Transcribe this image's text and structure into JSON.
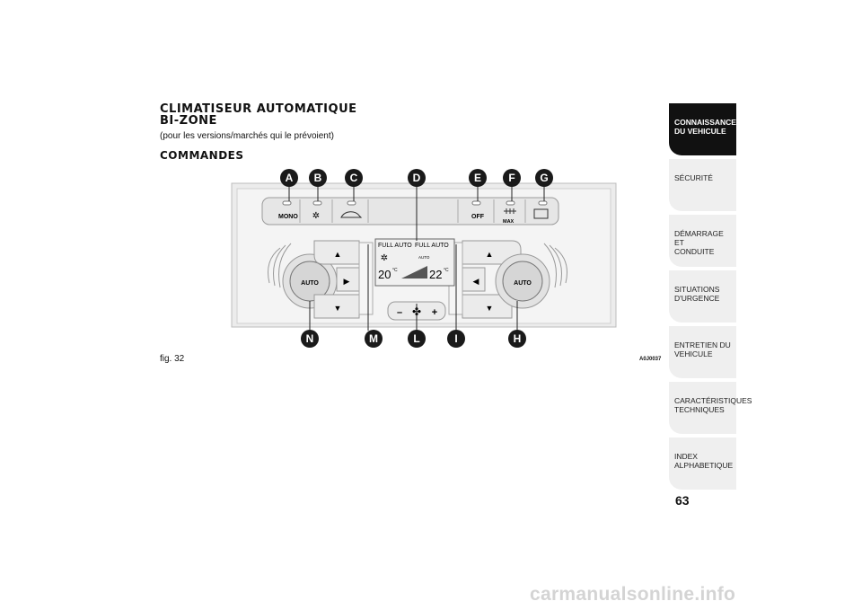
{
  "header": {
    "title_line1": "CLIMATISEUR AUTOMATIQUE",
    "title_line2": "BI-ZONE",
    "subtitle": "(pour les versions/marchés qui le prévoient)",
    "section": "COMMANDES"
  },
  "figure": {
    "label": "fig. 32",
    "code": "A0J0037",
    "callouts": [
      "A",
      "B",
      "C",
      "D",
      "E",
      "F",
      "G",
      "H",
      "I",
      "L",
      "M",
      "N"
    ],
    "buttons": {
      "mono": "MONO",
      "off": "OFF",
      "max": "MAX",
      "auto_left": "AUTO",
      "auto_right": "AUTO",
      "fan_minus": "–",
      "fan_plus": "+"
    },
    "display": {
      "full_auto_left": "FULL AUTO",
      "full_auto_right": "FULL AUTO",
      "auto_small": "AUTO",
      "temp_left": "20",
      "temp_right": "22",
      "unit": "°C"
    }
  },
  "sidebar": {
    "tabs": [
      {
        "label": "CONNAISSANCE\nDU VEHICULE",
        "active": true
      },
      {
        "label": "SÉCURITÉ",
        "active": false
      },
      {
        "label": "DÉMARRAGE ET\nCONDUITE",
        "active": false
      },
      {
        "label": "SITUATIONS\nD'URGENCE",
        "active": false
      },
      {
        "label": "ENTRETIEN DU\nVEHICULE",
        "active": false
      },
      {
        "label": "CARACTÉRISTIQUES\nTECHNIQUES",
        "active": false
      },
      {
        "label": "INDEX\nALPHABETIQUE",
        "active": false
      }
    ]
  },
  "page_number": "63",
  "watermark": "carmanualsonline.info"
}
